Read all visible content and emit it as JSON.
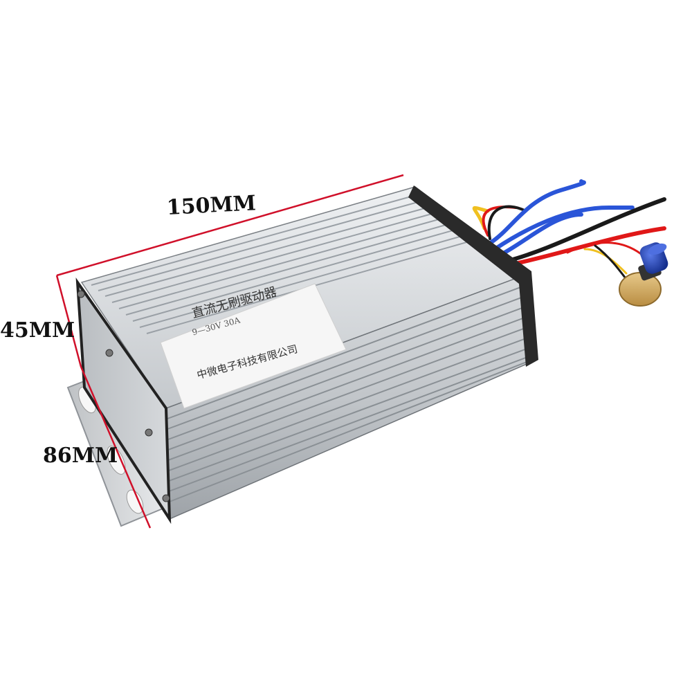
{
  "dimensions": {
    "length": "150MM",
    "height": "45MM",
    "width": "86MM"
  },
  "label": {
    "title": "直流无刷驱动器",
    "rating": "9—30V   30A",
    "company": "中微电子科技有限公司"
  },
  "colors": {
    "background": "#ffffff",
    "dimension_line": "#d0102a",
    "housing": "#c9ccd0",
    "wire_red": "#e01818",
    "wire_blue": "#2a55d8",
    "wire_black": "#1a1a1a",
    "wire_yellow": "#f0c020",
    "knob_cap": "#1f3fae"
  },
  "icons": [
    "potentiometer-knob",
    "mounting-bracket",
    "screw"
  ]
}
